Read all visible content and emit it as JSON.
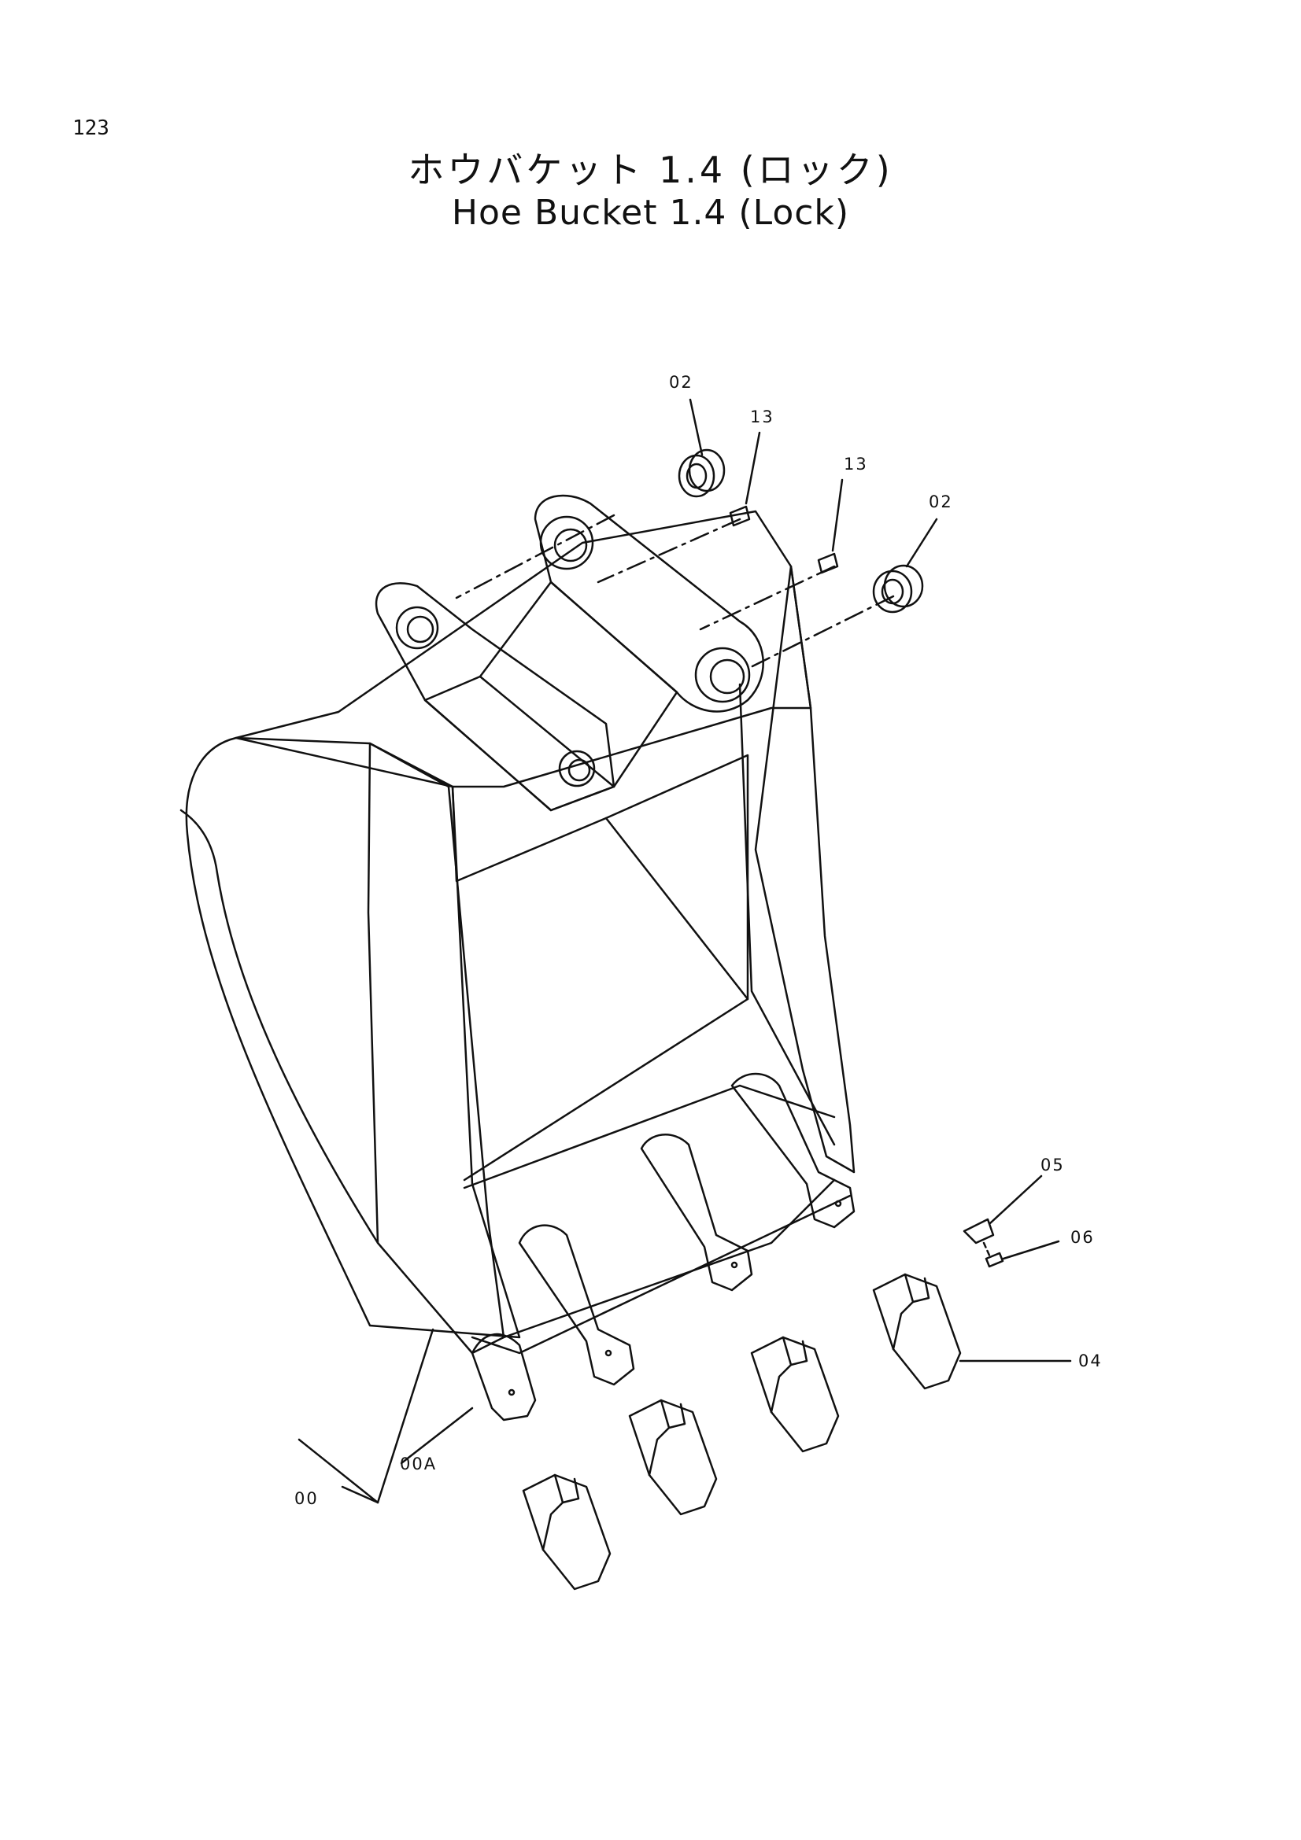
{
  "page": {
    "number": "123"
  },
  "title": {
    "japanese": "ホウバケット 1.4 (ロック)",
    "english": "Hoe Bucket 1.4 (Lock)"
  },
  "callouts": [
    {
      "id": "pin-bushing-left",
      "text": "02"
    },
    {
      "id": "pin-left",
      "text": "13"
    },
    {
      "id": "pin-right",
      "text": "13"
    },
    {
      "id": "pin-bushing-right",
      "text": "02"
    },
    {
      "id": "lock",
      "text": "05"
    },
    {
      "id": "lock-pin",
      "text": "06"
    },
    {
      "id": "tooth-point",
      "text": "04"
    },
    {
      "id": "adapter",
      "text": "00A"
    },
    {
      "id": "bucket-assembly",
      "text": "00"
    }
  ]
}
